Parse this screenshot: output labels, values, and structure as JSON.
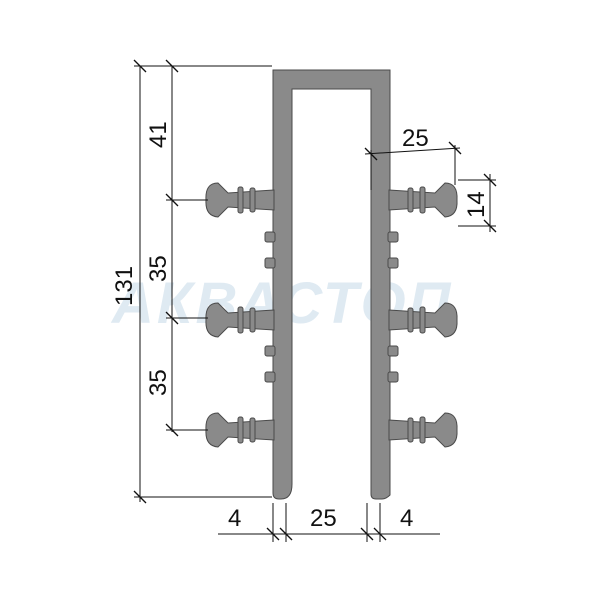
{
  "watermark": "АКВАСТОП",
  "dimensions": {
    "total_height": "131",
    "top_segment": "41",
    "middle_segment": "35",
    "lower_segment": "35",
    "anchor_reach": "25",
    "anchor_head": "14",
    "left_wall": "4",
    "channel_width": "25",
    "right_wall": "4"
  },
  "colors": {
    "profile_fill": "#8a8a8a",
    "profile_stroke": "#4a4a4a",
    "dimension_lines": "#111111",
    "watermark": "#dfeaf2"
  }
}
